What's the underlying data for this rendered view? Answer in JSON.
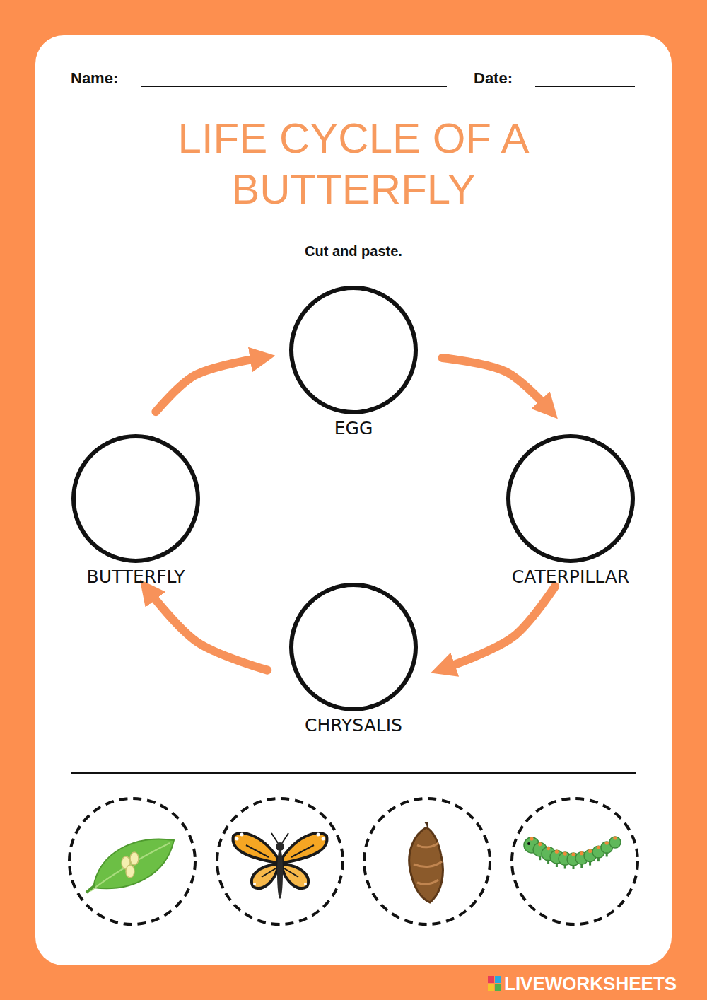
{
  "diagram": {
    "title": "LIFE CYCLE OF A BUTTERFLY",
    "nodes": [
      {
        "text": [
          "EGG"
        ]
      },
      {
        "text": [
          "CATERPILLAR"
        ]
      },
      {
        "text": [
          "CHRYSALIS"
        ]
      },
      {
        "text": [
          "BUTTERFLY"
        ]
      }
    ],
    "edges": [
      {
        "from": 0,
        "to": 1,
        "arrow": "to"
      },
      {
        "from": 1,
        "to": 2,
        "arrow": "to"
      },
      {
        "from": 2,
        "to": 3,
        "arrow": "to"
      },
      {
        "from": 3,
        "to": 0,
        "arrow": "to"
      }
    ],
    "labels": [
      "Name:",
      "Date:",
      "Cut and paste.",
      "LIVEWORKSHEETS"
    ]
  }
}
